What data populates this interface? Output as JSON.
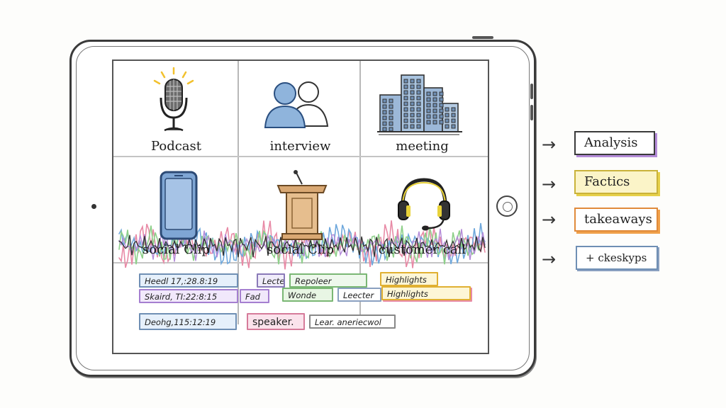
{
  "tiles": [
    {
      "label": "Podcast",
      "icon": "microphone-icon"
    },
    {
      "label": "interview",
      "icon": "people-icon"
    },
    {
      "label": "meeting",
      "icon": "building-icon"
    },
    {
      "label": "social Clip",
      "icon": "smartphone-icon"
    },
    {
      "label": "social Clip",
      "icon": "podium-icon"
    },
    {
      "label": "customer call",
      "icon": "headset-icon"
    }
  ],
  "tags": {
    "row1": [
      "Heedl 17,:28.8:19",
      "Lecter",
      "Repoleer",
      "Highlights"
    ],
    "row2": [
      "Skaird, TI:22:8:15",
      "Fad",
      "Wonde",
      "Leecter",
      "Highlights"
    ],
    "row3": [
      "Deohg,115:12:19",
      "speaker.",
      "Lear. aneriecwol"
    ]
  },
  "outputs": [
    "Analysis",
    "Factics",
    "takeaways",
    "+ ckeskyps"
  ],
  "colors": {
    "blue": "#6fa8dc",
    "green": "#8ed08a",
    "purple": "#b48bd8",
    "yellow": "#f2d646",
    "pink": "#e88aa6",
    "orange": "#f0a04a"
  }
}
